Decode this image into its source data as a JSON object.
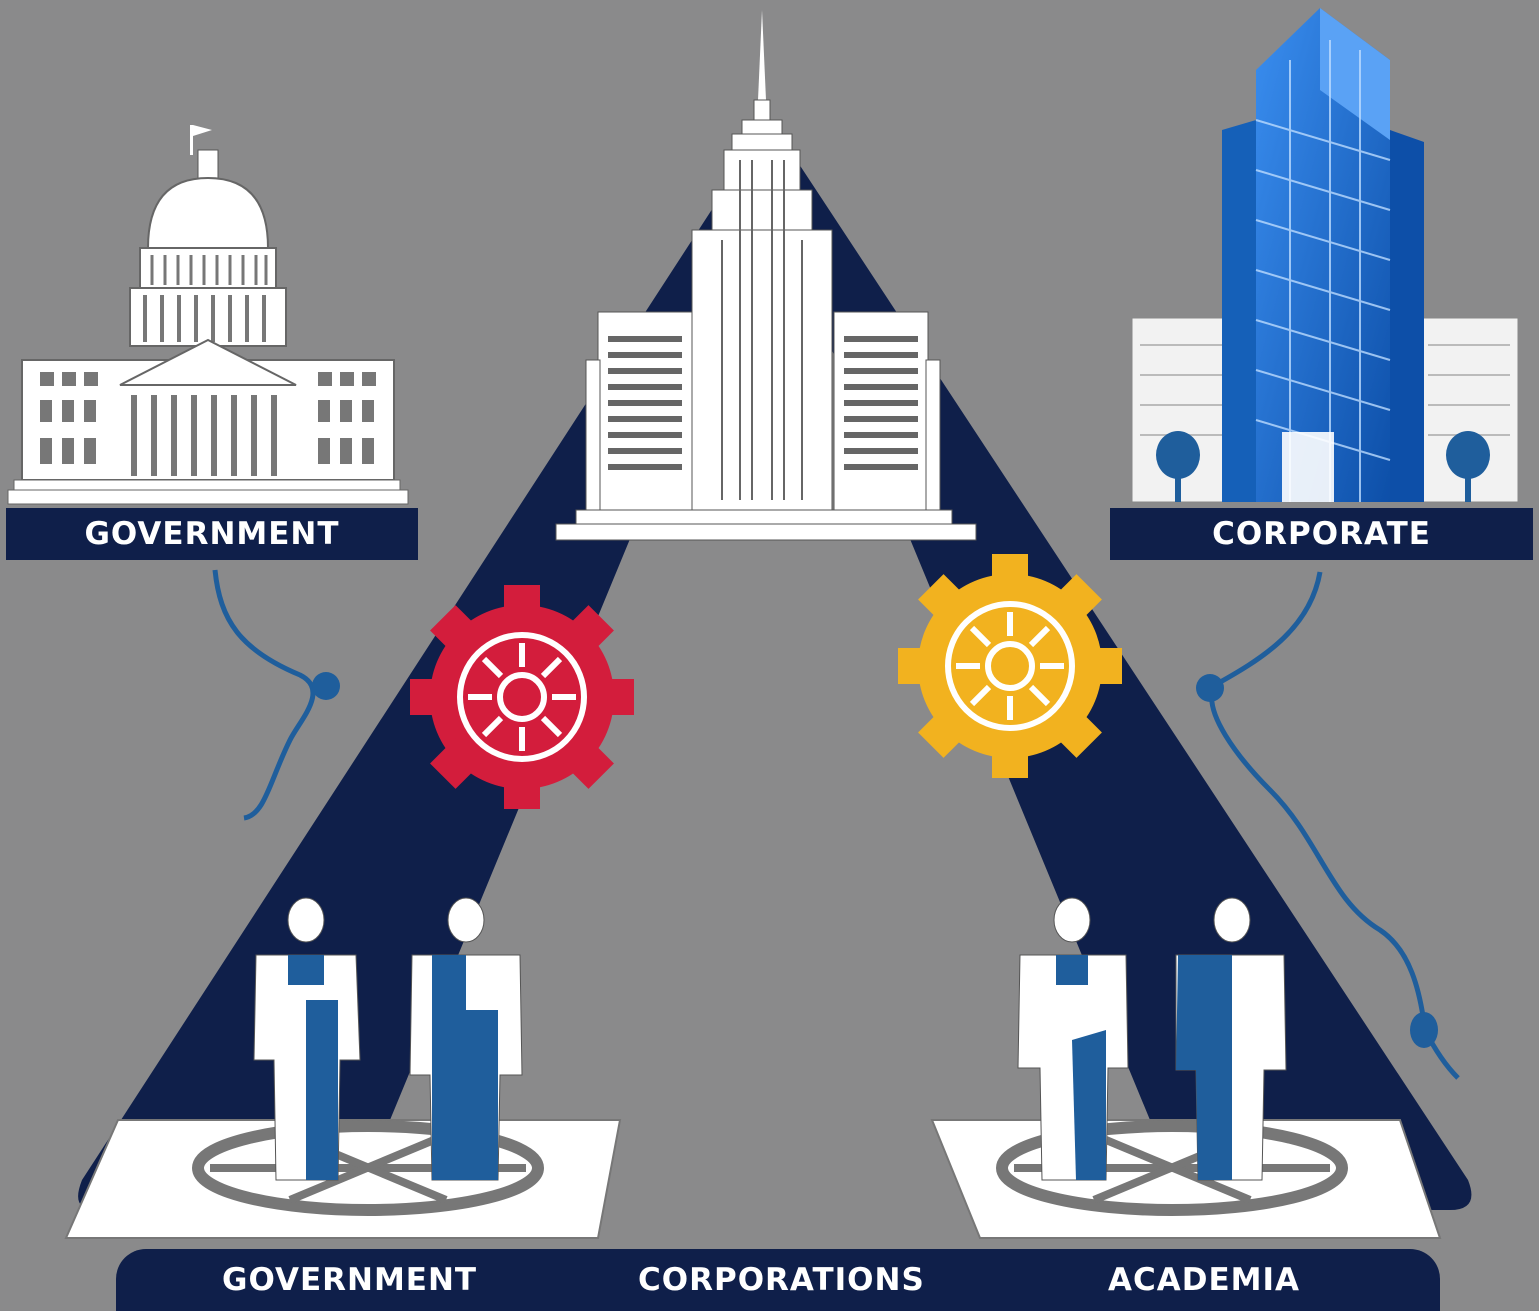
{
  "labels": {
    "top_left": "GOVERNMENT",
    "top_right": "CORPORATE"
  },
  "bottom_bar": {
    "left": "GOVERNMENT",
    "center": "CORPORATIONS",
    "right": "ACADEMIA"
  },
  "icons": [
    "capitol-building-icon",
    "skyscraper-icon",
    "glass-tower-icon",
    "red-gear-icon",
    "yellow-gear-icon",
    "people-group-left-icon",
    "people-group-right-icon"
  ],
  "colors": {
    "background": "#8a8a8b",
    "navy": "#0f1f4a",
    "connector_blue": "#1f5e9c",
    "gear_red": "#d31d3c",
    "gear_yellow": "#f2b21f",
    "tower_blue": "#1d6bc6"
  }
}
